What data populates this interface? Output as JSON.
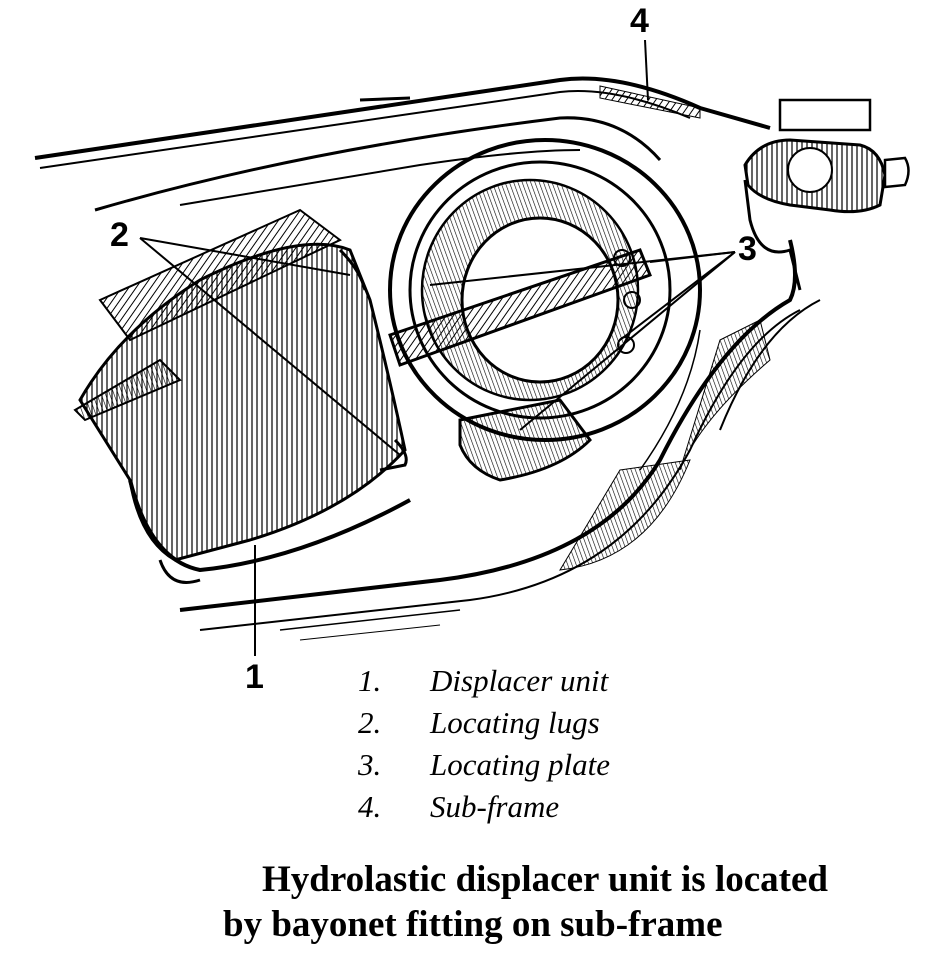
{
  "callouts": {
    "c1": "1",
    "c2": "2",
    "c3": "3",
    "c4": "4"
  },
  "legend": [
    {
      "num": "1.",
      "text": "Displacer unit"
    },
    {
      "num": "2.",
      "text": "Locating lugs"
    },
    {
      "num": "3.",
      "text": "Locating plate"
    },
    {
      "num": "4.",
      "text": "Sub-frame"
    }
  ],
  "caption": {
    "line1": "Hydrolastic displacer unit is located",
    "line2": "by bayonet fitting on sub-frame"
  },
  "colors": {
    "ink": "#000000",
    "paper": "#ffffff"
  }
}
